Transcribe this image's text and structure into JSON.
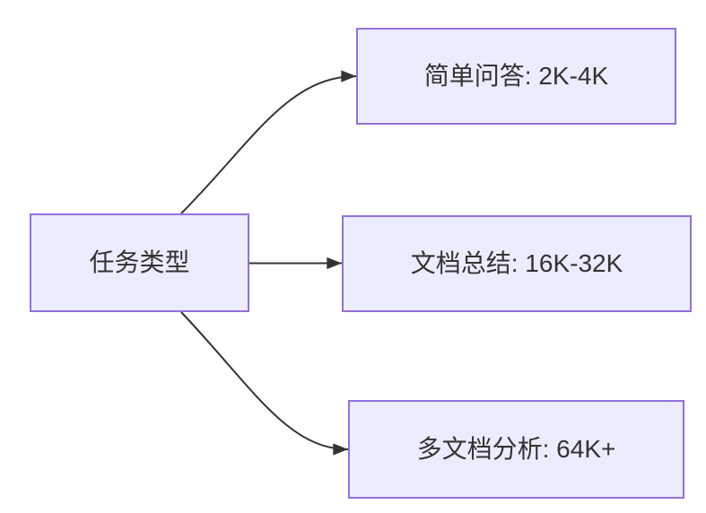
{
  "diagram": {
    "type": "flowchart-LR",
    "root_node": {
      "id": "task-type",
      "label": "任务类型"
    },
    "child_nodes": [
      {
        "id": "simple-qa",
        "label": "简单问答: 2K-4K"
      },
      {
        "id": "doc-summary",
        "label": "文档总结: 16K-32K"
      },
      {
        "id": "multi-doc-analysis",
        "label": "多文档分析: 64K+"
      }
    ],
    "edges": [
      {
        "from": "task-type",
        "to": "simple-qa"
      },
      {
        "from": "task-type",
        "to": "doc-summary"
      },
      {
        "from": "task-type",
        "to": "multi-doc-analysis"
      }
    ]
  },
  "colors": {
    "background": "#FFFFFF",
    "node_fill": "#ECECFF",
    "node_border": "#9370DB",
    "edge": "#333333",
    "text": "#333333"
  }
}
